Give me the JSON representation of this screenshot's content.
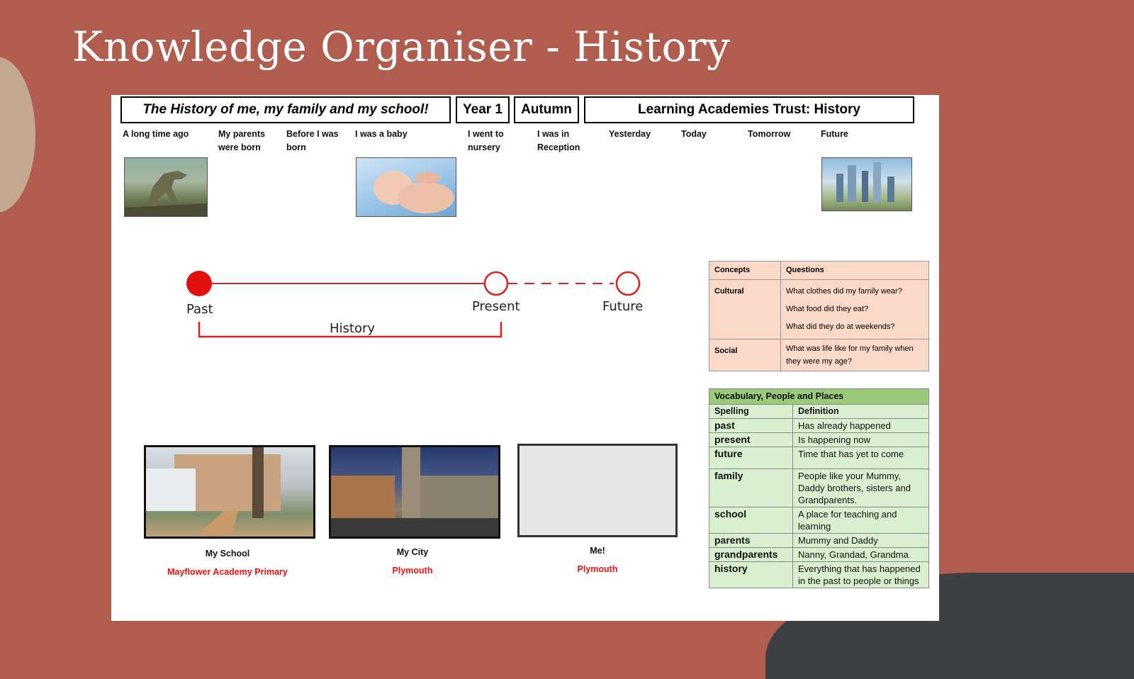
{
  "slide_title": "Knowledge Organiser - History",
  "header": {
    "topic": "The History of me, my family and my school!",
    "year": "Year 1",
    "term": "Autumn",
    "trust": "Learning Academies Trust:  History"
  },
  "timeline_labels": [
    "A long time ago",
    "My parents were born",
    "Before I was born",
    "I was a baby",
    "I went to nursery",
    "I was in Reception",
    "Yesterday",
    "Today",
    "Tomorrow",
    "Future"
  ],
  "timeline": {
    "past": "Past",
    "present": "Present",
    "future": "Future",
    "history": "History"
  },
  "concepts": {
    "headers": [
      "Concepts",
      "Questions"
    ],
    "cultural": {
      "name": "Cultural",
      "questions": [
        "What clothes did my family wear?",
        "What food did they eat?",
        "What did they do at weekends?"
      ]
    },
    "social": {
      "name": "Social",
      "question": "What was life like for my family when they were my age?"
    }
  },
  "vocab": {
    "title": "Vocabulary, People and Places",
    "headers": [
      "Spelling",
      "Definition"
    ],
    "rows": [
      {
        "word": "past",
        "def": "Has already happened"
      },
      {
        "word": "present",
        "def": "Is happening now"
      },
      {
        "word": "future",
        "def": "Time that has yet to come"
      },
      {
        "word": "family",
        "def": "People like your Mummy, Daddy brothers, sisters and Grandparents."
      },
      {
        "word": "school",
        "def": "A place for teaching and learning"
      },
      {
        "word": "parents",
        "def": "Mummy and Daddy"
      },
      {
        "word": "grandparents",
        "def": "Nanny, Grandad, Grandma"
      },
      {
        "word": "history",
        "def": "Everything that has happened in the past to people or things"
      }
    ]
  },
  "places": {
    "school_caption": "My School",
    "school_name": "Mayflower Academy Primary",
    "city_caption": "My City",
    "city_name": "Plymouth",
    "me_caption": "Me!",
    "me_place": "Plymouth"
  },
  "colors": {
    "background": "#b05d4f",
    "timeline_red": "#e02020",
    "concepts_fill": "#fbd9c8",
    "vocab_fill": "#d9efcf",
    "vocab_header": "#9acb7a"
  }
}
